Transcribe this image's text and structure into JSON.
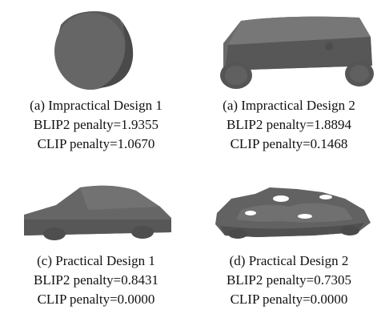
{
  "figure": {
    "panels": [
      {
        "id": "a1",
        "shape": "cylinder",
        "label": "(a) Impractical Design 1",
        "blip2": "BLIP2 penalty=1.9355",
        "clip": "CLIP penalty=1.0670"
      },
      {
        "id": "a2",
        "shape": "wheeled-slab",
        "label": "(a) Impractical Design 2",
        "blip2": "BLIP2 penalty=1.8894",
        "clip": "CLIP penalty=0.1468"
      },
      {
        "id": "c",
        "shape": "car",
        "label": "(c) Practical Design 1",
        "blip2": "BLIP2 penalty=0.8431",
        "clip": "CLIP penalty=0.0000"
      },
      {
        "id": "d",
        "shape": "rough-car",
        "label": "(d) Practical Design 2",
        "blip2": "BLIP2 penalty=0.7305",
        "clip": "CLIP penalty=0.0000"
      }
    ],
    "colors": {
      "mesh": "#5e5e5e",
      "mesh_dark": "#454545",
      "mesh_light": "#777777"
    }
  }
}
